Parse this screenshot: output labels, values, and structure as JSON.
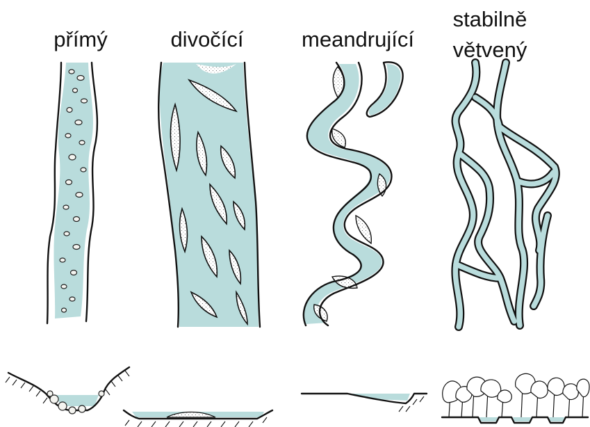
{
  "labels": {
    "straight": "přímý",
    "braided": "divočící",
    "meandering": "meandrující",
    "anastomosing_1": "stabilně",
    "anastomosing_2": "větvený"
  },
  "colors": {
    "water": "#b9dcdc",
    "outline": "#111111",
    "sediment_dots": "#555555"
  }
}
